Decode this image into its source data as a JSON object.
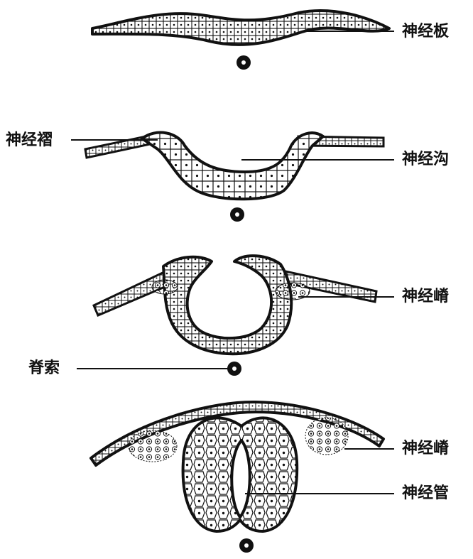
{
  "labels": {
    "neural_plate": "神经板",
    "neural_fold": "神经褶",
    "neural_groove": "神经沟",
    "neural_crest_upper": "神经嵴",
    "notochord": "脊索",
    "neural_crest_lower": "神经嵴",
    "neural_tube": "神经管"
  },
  "colors": {
    "ink": "#111111",
    "cell_fill": "#ffffff",
    "background": "#ffffff"
  }
}
